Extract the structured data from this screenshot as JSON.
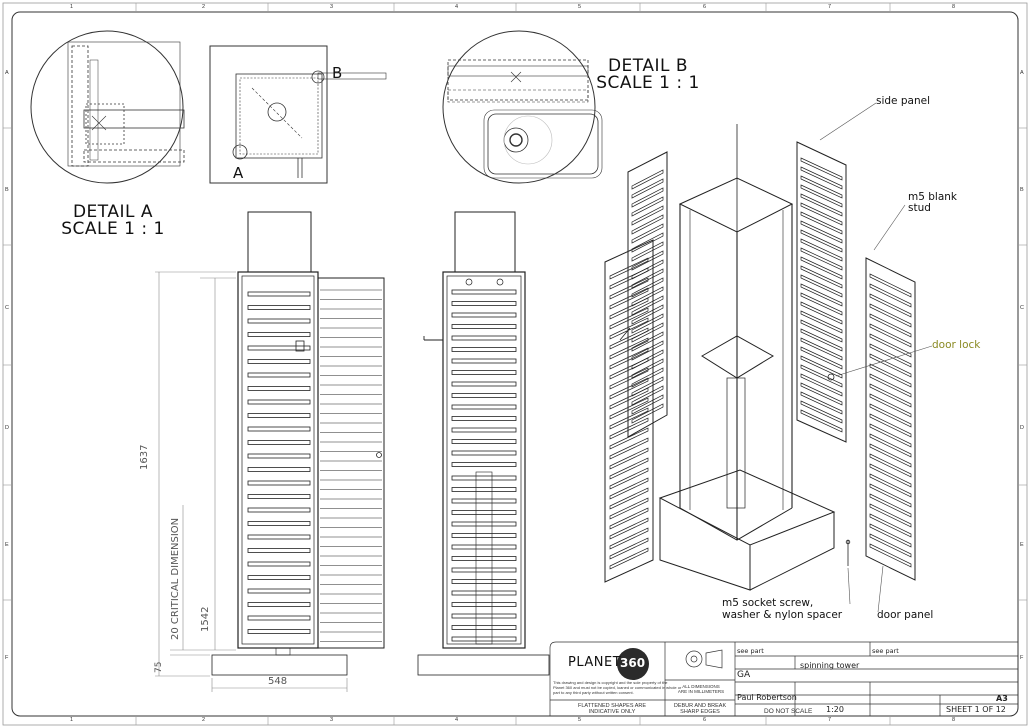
{
  "sheet": {
    "border_columns": [
      "1",
      "2",
      "3",
      "4",
      "5",
      "6",
      "7",
      "8"
    ],
    "border_rows": [
      "A",
      "B",
      "C",
      "D",
      "E",
      "F"
    ]
  },
  "details": {
    "detail_a_line1": "DETAIL A",
    "detail_a_line2": "SCALE 1 : 1",
    "detail_b_line1": "DETAIL B",
    "detail_b_line2": "SCALE 1 : 1",
    "marker_a": "A",
    "marker_b": "B"
  },
  "dimensions": {
    "overall_height": "1637",
    "lower_height": "1542",
    "critical": "20 CRITICAL DIMENSION",
    "base_height": "75",
    "width": "548"
  },
  "callouts": {
    "side_panel": "side panel",
    "blank_stud_line1": "m5 blank",
    "blank_stud_line2": "stud",
    "door_lock": "door lock",
    "screw_line1": "m5 socket screw,",
    "screw_line2": "washer & nylon spacer",
    "door_panel": "door panel"
  },
  "title_block": {
    "logo_text": "PLANET",
    "logo_number": "360",
    "copyright_line1": "This drawing and design is copyright and the sole property of the",
    "copyright_line2": "Planet 360 and must not be copied, loaned or communicated in whole or",
    "copyright_line3": "part to any third party without written consent.",
    "flattened_line1": "FLATTENED SHAPES ARE",
    "flattened_line2": "INDICATIVE ONLY",
    "tolerance_line1": "ALL DIMENSIONS",
    "tolerance_line2": "ARE IN MILLIMETERS",
    "deburr_line1": "DEBUR AND BREAK",
    "deburr_line2": "SHARP EDGES",
    "do_not_scale": "DO NOT SCALE",
    "material_value": "see part",
    "finish_value": "see part",
    "drg_type_value": "GA",
    "project_value": "spinning tower",
    "drawn_by_value": "Paul Robertson",
    "scale_value": "1:20",
    "sheet_value": "SHEET 1 OF 12",
    "size_value": "A3"
  },
  "colors": {
    "line": "#2a2a2a",
    "dim_line": "#8a8a8a",
    "door_lock_text": "#8a8a22",
    "logo_dark": "#2b2b2b"
  }
}
